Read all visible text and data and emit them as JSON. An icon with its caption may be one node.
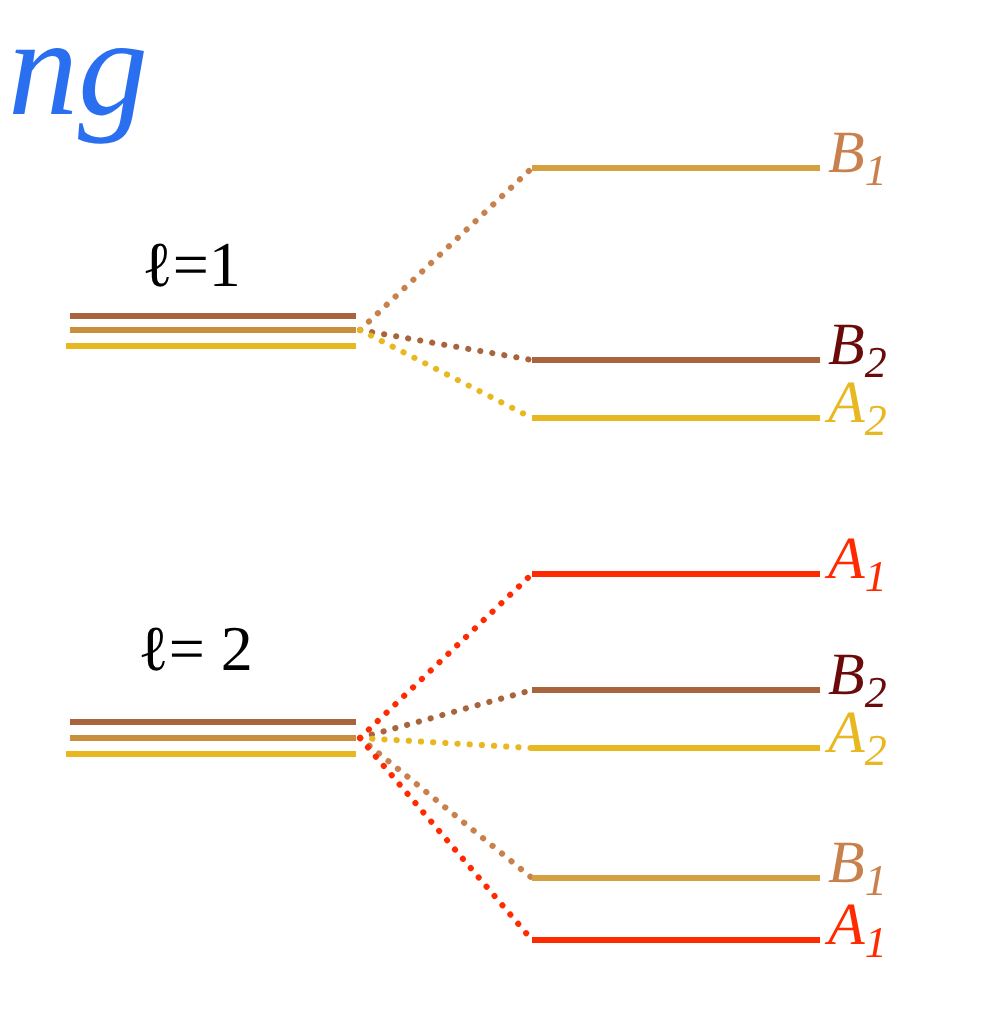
{
  "diagram": {
    "title": "ng",
    "nodes": [
      {
        "text": [
          "ℓ=1"
        ]
      },
      {
        "text": [
          "B$_{1}$"
        ]
      },
      {
        "text": [
          "B$_{2}$"
        ]
      },
      {
        "text": [
          "A$_{2}$"
        ]
      },
      {
        "text": [
          "ℓ= 2"
        ]
      },
      {
        "text": [
          "A$_{1}$"
        ]
      },
      {
        "text": [
          "B$_{2}$"
        ]
      },
      {
        "text": [
          "A$_{2}$"
        ]
      },
      {
        "text": [
          "B$_{1}$"
        ]
      },
      {
        "text": [
          "A$_{1}$"
        ]
      }
    ],
    "edges": [
      {
        "from": 0,
        "to": 1,
        "arrow": "none",
        "style": "dashed",
        "color": "#c8804c"
      },
      {
        "from": 0,
        "to": 2,
        "arrow": "none",
        "style": "dashed",
        "color": "#a8643c"
      },
      {
        "from": 0,
        "to": 3,
        "arrow": "none",
        "style": "dashed",
        "color": "#e8b820"
      },
      {
        "from": 4,
        "to": 5,
        "arrow": "none",
        "style": "dashed",
        "color": "#ff2a00"
      },
      {
        "from": 4,
        "to": 6,
        "arrow": "none",
        "style": "dashed",
        "color": "#a8643c"
      },
      {
        "from": 4,
        "to": 7,
        "arrow": "none",
        "style": "dashed",
        "color": "#e8b820"
      },
      {
        "from": 4,
        "to": 8,
        "arrow": "none",
        "style": "dashed",
        "color": "#c8804c"
      },
      {
        "from": 4,
        "to": 9,
        "arrow": "none",
        "style": "dashed",
        "color": "#ff2a00"
      }
    ]
  }
}
